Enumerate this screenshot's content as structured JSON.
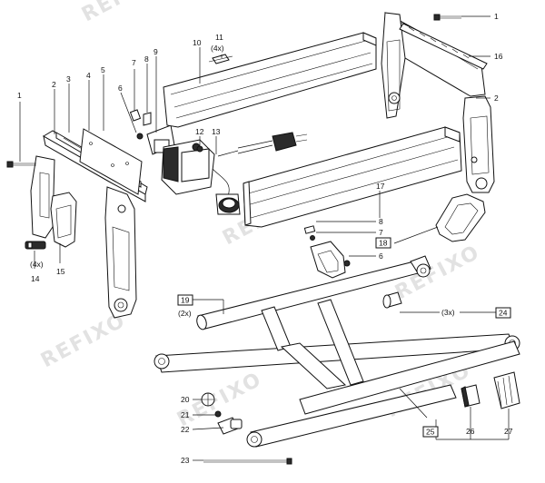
{
  "watermark": "REFIXO",
  "labels": {
    "p1": "1",
    "p2": "2",
    "p3": "3",
    "p4": "4",
    "p5": "5",
    "p6": "6",
    "p7": "7",
    "p8": "8",
    "p9": "9",
    "p10": "10",
    "p11": "11",
    "p11qty": "(4x)",
    "p12": "12",
    "p13": "13",
    "p14": "14",
    "p14qty": "(4x)",
    "p15": "15",
    "p16": "16",
    "p17": "17",
    "p18": "18",
    "p19": "19",
    "p19qty": "(2x)",
    "p20": "20",
    "p21": "21",
    "p22": "22",
    "p23": "23",
    "p24": "24",
    "p24qty": "(3x)",
    "p25": "25",
    "p26": "26",
    "p27": "27",
    "p1r": "1",
    "p2r": "2",
    "p6b": "6",
    "p7b": "7",
    "p8b": "8"
  },
  "colors": {
    "ink": "#111111",
    "watermark": "#e2e2e2",
    "background": "#ffffff"
  }
}
